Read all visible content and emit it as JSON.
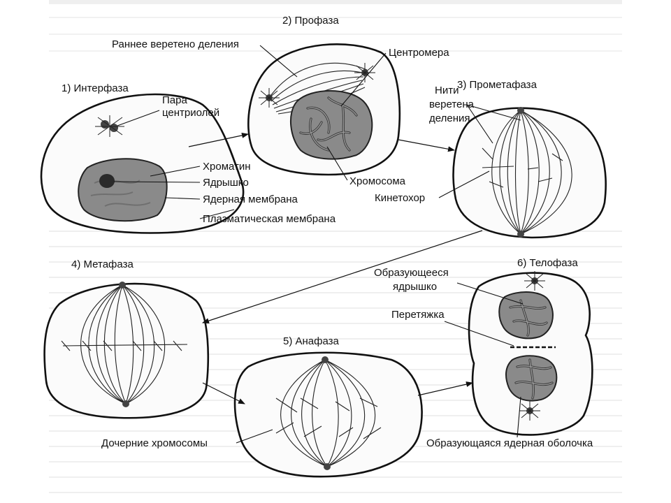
{
  "stages": {
    "interphase": "1) Интерфаза",
    "prophase": "2) Профаза",
    "prometaphase": "3) Прометафаза",
    "metaphase": "4) Метафаза",
    "anaphase": "5) Анафаза",
    "telophase": "6) Телофаза"
  },
  "labels": {
    "early_spindle": "Раннее веретено деления",
    "centromere": "Центромера",
    "centriole_pair_1": "Пара",
    "centriole_pair_2": "центриолей",
    "spindle_fibers_1": "Нити",
    "spindle_fibers_2": "веретена",
    "spindle_fibers_3": "деления",
    "chromatin": "Хроматин",
    "nucleolus": "Ядрышко",
    "nuclear_membrane": "Ядерная мембрана",
    "plasma_membrane": "Плазматическая мембрана",
    "chromosome": "Хромосома",
    "kinetochore": "Кинетохор",
    "forming_nucleolus_1": "Образующееся",
    "forming_nucleolus_2": "ядрышко",
    "constriction": "Перетяжка",
    "daughter_chromosomes": "Дочерние хромосомы",
    "forming_envelope": "Образующаяся ядерная оболочка"
  },
  "colors": {
    "outline": "#111111",
    "nucleus_fill": "#8a8a8a",
    "chromosome": "#333333",
    "background_text": "#e6e6e6"
  }
}
